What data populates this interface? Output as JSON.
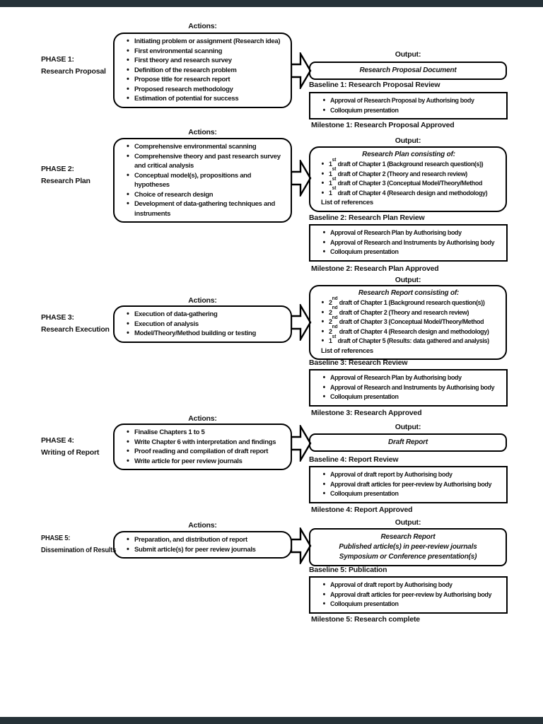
{
  "chrome": {
    "bar_color": "#263238"
  },
  "labels": {
    "actions": "Actions:",
    "output": "Output:"
  },
  "phases": [
    {
      "phase_label": "PHASE 1:",
      "phase_name": "Research Proposal",
      "actions": [
        "Initiating problem or assignment (Research idea)",
        "First environmental scanning",
        "First theory and research survey",
        "Definition of the research problem",
        "Propose title for research report",
        "Proposed research methodology",
        "Estimation of potential for success"
      ],
      "output_lines": [
        "Research Proposal Document"
      ],
      "baseline_label": "Baseline 1: Research Proposal Review",
      "baseline_items": [
        "Approval of Research Proposal by Authorising body",
        "Colloquium presentation"
      ],
      "milestone_label": "Milestone 1: Research Proposal Approved"
    },
    {
      "phase_label": "PHASE 2:",
      "phase_name": "Research Plan",
      "actions": [
        "Comprehensive environmental scanning",
        "Comprehensive theory and past research survey and critical analysis",
        "Conceptual model(s), propositions and hypotheses",
        "Choice of research design",
        "Development of data-gathering techniques and instruments"
      ],
      "output_title": "Research Plan consisting of:",
      "output_bullets": [
        "1st draft of Chapter 1 (Background research question(s))",
        "1st draft of Chapter 2 (Theory and research review)",
        "1st draft of Chapter 3 (Conceptual Model/Theory/Method",
        "1st draft of Chapter 4 (Research design and methodology)"
      ],
      "output_footer": "List of references",
      "baseline_label": "Baseline 2: Research Plan Review",
      "baseline_items": [
        "Approval of Research Plan by Authorising body",
        "Approval of Research and Instruments by Authorising body",
        "Colloquium presentation"
      ],
      "milestone_label": "Milestone 2: Research Plan Approved"
    },
    {
      "phase_label": "PHASE 3:",
      "phase_name": "Research Execution",
      "actions": [
        "Execution of data-gathering",
        "Execution of analysis",
        "Model/Theory/Method building or testing"
      ],
      "output_title": "Research Report consisting of:",
      "output_bullets": [
        "2nd draft of Chapter 1 (Background research question(s))",
        "2nd draft of Chapter 2 (Theory and research review)",
        "2nd draft of Chapter 3 (Conceptual Model/Theory/Method",
        "2nd draft of Chapter 4 (Research design and methodology)",
        "1st draft of Chapter 5 (Results: data gathered and analysis)"
      ],
      "output_footer": "List of references",
      "baseline_label": "Baseline 3: Research Review",
      "baseline_items": [
        "Approval of Research Plan by Authorising body",
        "Approval of Research and Instruments by Authorising body",
        "Colloquium presentation"
      ],
      "milestone_label": "Milestone 3: Research Approved"
    },
    {
      "phase_label": "PHASE 4:",
      "phase_name": "Writing of Report",
      "actions": [
        "Finalise Chapters 1 to 5",
        "Write Chapter 6 with interpretation and findings",
        "Proof reading and compilation of draft report",
        "Write article for peer review journals"
      ],
      "output_lines": [
        "Draft Report"
      ],
      "baseline_label": "Baseline 4: Report Review",
      "baseline_items": [
        "Approval of draft report by Authorising body",
        "Approval draft articles for peer-review by Authorising body",
        "Colloquium presentation"
      ],
      "milestone_label": "Milestone 4: Report Approved"
    },
    {
      "phase_label": "PHASE 5:",
      "phase_name": "Dissemination of Results",
      "actions": [
        "Preparation, and distribution of report",
        "Submit article(s) for peer review journals"
      ],
      "output_lines": [
        "Research Report",
        "Published article(s) in peer-review journals",
        "Symposium or Conference presentation(s)"
      ],
      "baseline_label": "Baseline 5: Publication",
      "baseline_items": [
        "Approval of draft report by Authorising body",
        "Approval draft articles for peer-review by Authorising body",
        "Colloquium presentation"
      ],
      "milestone_label": "Milestone 5: Research complete"
    }
  ]
}
